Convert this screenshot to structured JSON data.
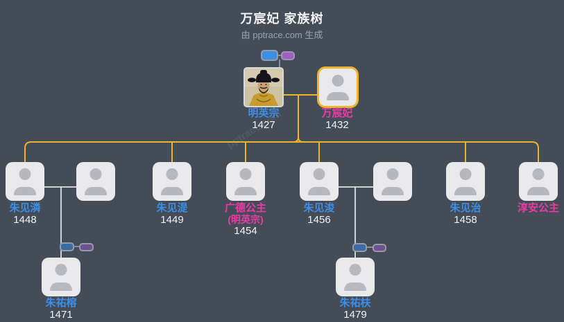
{
  "header": {
    "title": "万宸妃 家族树",
    "subtitle": "由 pptrace.com 生成"
  },
  "watermark": "pptrace.com",
  "root": {
    "husband": {
      "name": "明英宗",
      "year": "1427",
      "gender": "male",
      "portrait": true
    },
    "wife": {
      "name": "万宸妃",
      "year": "1432",
      "gender": "female",
      "highlighted": true
    }
  },
  "children": [
    {
      "name": "朱见潾",
      "year": "1448",
      "gender": "male"
    },
    {
      "name": "",
      "year": "",
      "gender": "spouse-placeholder"
    },
    {
      "name": "朱见湜",
      "year": "1449",
      "gender": "male"
    },
    {
      "name": "广德公主",
      "name2": "(明英宗)",
      "year": "1454",
      "gender": "female"
    },
    {
      "name": "朱见浚",
      "year": "1456",
      "gender": "male"
    },
    {
      "name": "",
      "year": "",
      "gender": "spouse-placeholder"
    },
    {
      "name": "朱见治",
      "year": "1458",
      "gender": "male"
    },
    {
      "name": "淳安公主",
      "year": "",
      "gender": "female"
    }
  ],
  "grandchildren": [
    {
      "name": "朱祐榕",
      "year": "1471",
      "gender": "male"
    },
    {
      "name": "朱祐枎",
      "year": "1479",
      "gender": "male"
    }
  ],
  "colors": {
    "background": "#444d57",
    "branch_line": "#edb32b",
    "spouse_line": "#ccd1d6",
    "stem_line": "#8b929b",
    "male_name": "#3d8de6",
    "female_name": "#ea3ba4",
    "year_text": "#f2f3f4",
    "card_fill": "#e9e9eb",
    "highlight_border": "#f0b42a",
    "couple_icon_blue": "#3e8fe2",
    "couple_icon_purple": "#a55cc9"
  }
}
